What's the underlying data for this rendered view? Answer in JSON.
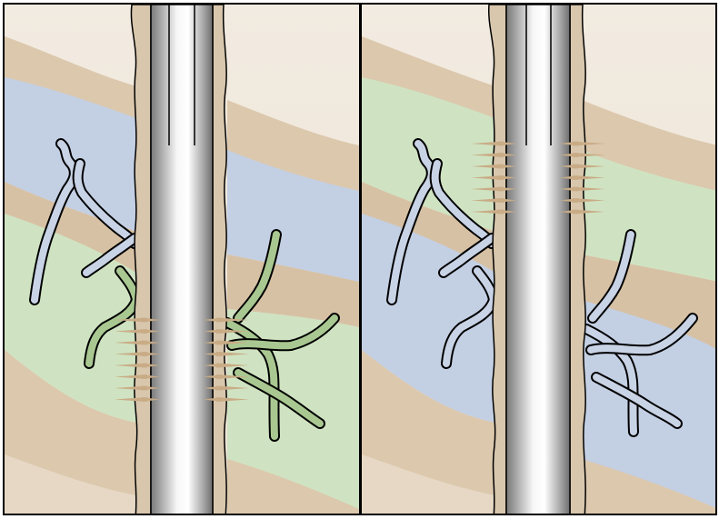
{
  "panels": [
    {
      "id": "left",
      "upper_zone": "water",
      "lower_zone": "oil",
      "perforated_zone": "lower"
    },
    {
      "id": "right",
      "upper_zone": "oil",
      "lower_zone": "water",
      "perforated_zone": "upper"
    }
  ],
  "colors": {
    "background_sand": "#efe6d9",
    "sand_band": "#dcc8ad",
    "sand_band_dark": "#cfb697",
    "water_zone": "#c3cfe3",
    "oil_zone": "#cfe3c2",
    "cement": "#d8c7ad",
    "casing_light": "#f4f4f4",
    "casing_dark": "#7d7d7d",
    "outline": "#000000",
    "perforation": "#c9ac86",
    "water_fracture": "#c9d3e6",
    "oil_fracture": "#a9c891"
  }
}
